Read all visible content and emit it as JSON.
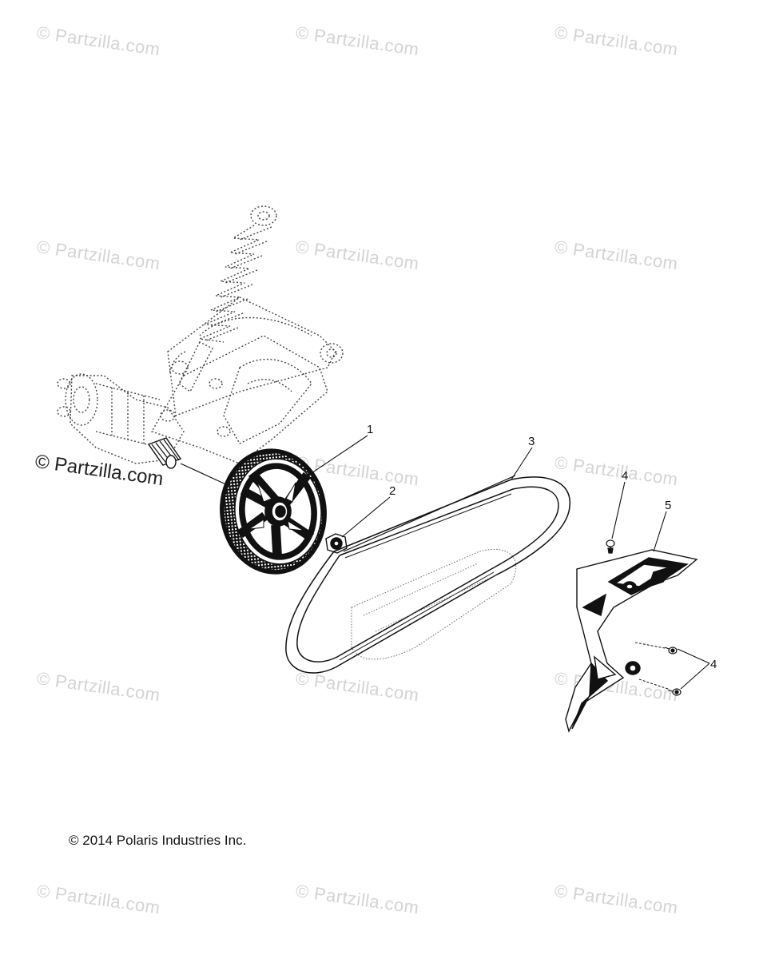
{
  "watermark": {
    "text": "© Partzilla.com",
    "color": "#d4d4d4"
  },
  "callouts": [
    "1",
    "2",
    "3",
    "4",
    "5",
    "4"
  ],
  "copyright": "© 2014 Polaris Industries Inc."
}
